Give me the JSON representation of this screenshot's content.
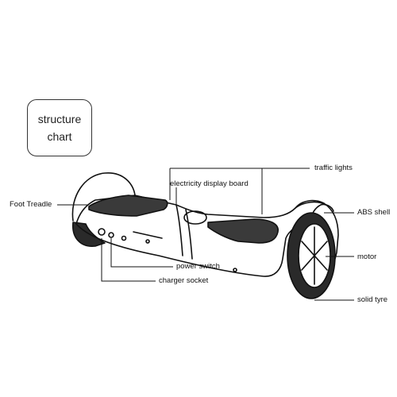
{
  "title": {
    "line1": "structure",
    "line2": "chart"
  },
  "labels": {
    "foot_treadle": "Foot Treadle",
    "electricity_display_board": "electricity display board",
    "traffic_lights": "traffic lights",
    "abs_shell": "ABS shell",
    "motor": "motor",
    "solid_tyre": "solid tyre",
    "power_switch": "power switch",
    "charger_socket": "charger socket"
  },
  "colors": {
    "line": "#111111",
    "tyre": "#2a2a2a",
    "pad": "#3a3a3a"
  }
}
